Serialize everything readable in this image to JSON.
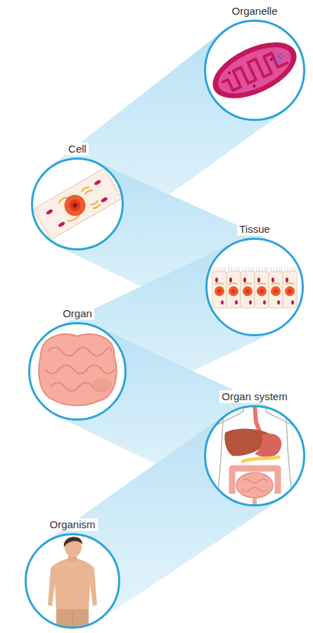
{
  "diagram": {
    "nodes": [
      {
        "text": [
          "Organelle"
        ]
      },
      {
        "text": [
          "Cell"
        ]
      },
      {
        "text": [
          "Tissue"
        ]
      },
      {
        "text": [
          "Organ"
        ]
      },
      {
        "text": [
          "Organ system"
        ]
      },
      {
        "text": [
          "Organism"
        ]
      }
    ],
    "edges": [
      {
        "from": 0,
        "to": 1,
        "arrow": "none"
      },
      {
        "from": 1,
        "to": 2,
        "arrow": "none"
      },
      {
        "from": 2,
        "to": 3,
        "arrow": "none"
      },
      {
        "from": 3,
        "to": 4,
        "arrow": "none"
      },
      {
        "from": 4,
        "to": 5,
        "arrow": "none"
      }
    ]
  }
}
